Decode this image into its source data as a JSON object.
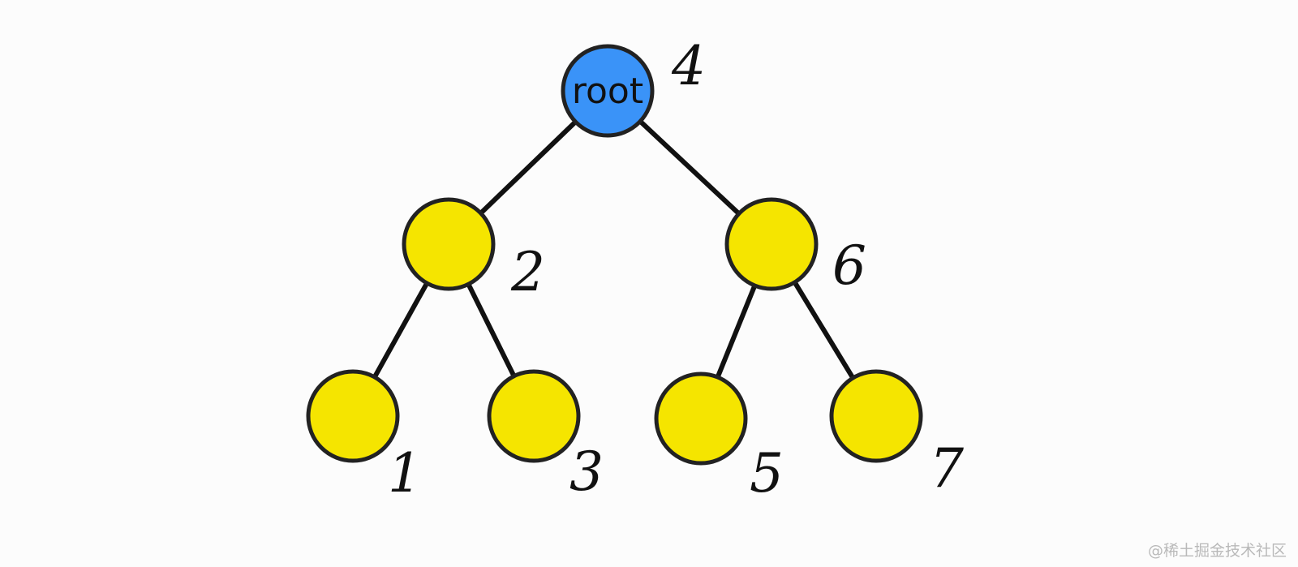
{
  "colors": {
    "root_fill": "#3a93f8",
    "node_fill": "#f5e500",
    "stroke": "#222222",
    "edge": "#111111",
    "background": "#fcfcfc"
  },
  "root_label": "root",
  "tree": {
    "nodes": [
      {
        "id": "root",
        "value": "4",
        "role": "root",
        "label": "root"
      },
      {
        "id": "n2",
        "value": "2",
        "parent": "root"
      },
      {
        "id": "n6",
        "value": "6",
        "parent": "root"
      },
      {
        "id": "n1",
        "value": "1",
        "parent": "n2"
      },
      {
        "id": "n3",
        "value": "3",
        "parent": "n2"
      },
      {
        "id": "n5",
        "value": "5",
        "parent": "n6"
      },
      {
        "id": "n7",
        "value": "7",
        "parent": "n6"
      }
    ]
  },
  "watermark": "@稀土掘金技术社区"
}
